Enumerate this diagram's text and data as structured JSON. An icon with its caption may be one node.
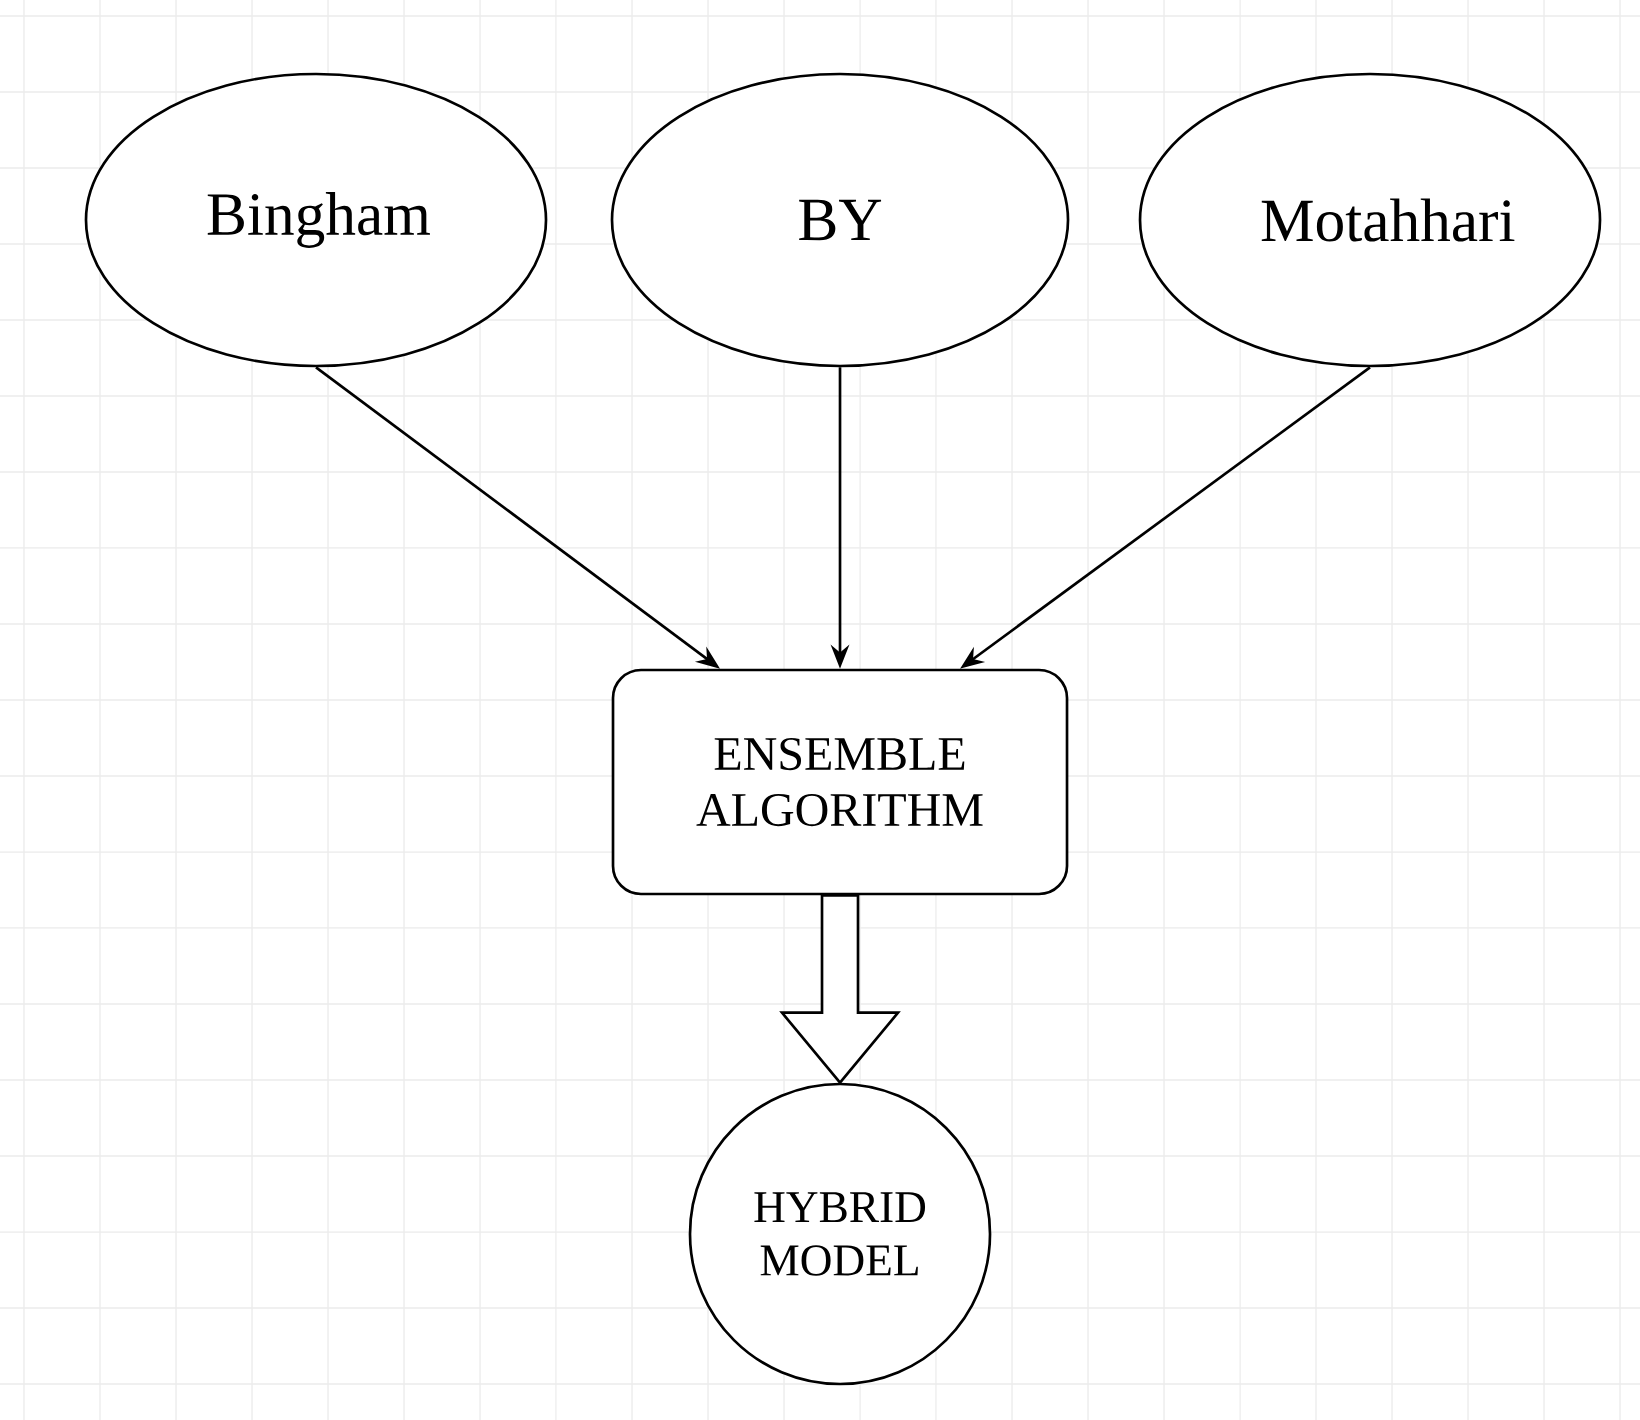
{
  "diagram": {
    "nodes": [
      {
        "text": [
          "Bingham"
        ]
      },
      {
        "text": [
          "BY"
        ]
      },
      {
        "text": [
          "Motahhari"
        ]
      },
      {
        "text": [
          "ENSEMBLE ALGORITHM"
        ]
      },
      {
        "text": [
          "HYBRID MODEL"
        ]
      }
    ],
    "edges": [
      {
        "from": 0,
        "to": 3,
        "arrow": "to"
      },
      {
        "from": 1,
        "to": 3,
        "arrow": "to"
      },
      {
        "from": 2,
        "to": 3,
        "arrow": "to"
      },
      {
        "from": 3,
        "to": 4,
        "arrow": "to",
        "style": "thick"
      }
    ]
  }
}
